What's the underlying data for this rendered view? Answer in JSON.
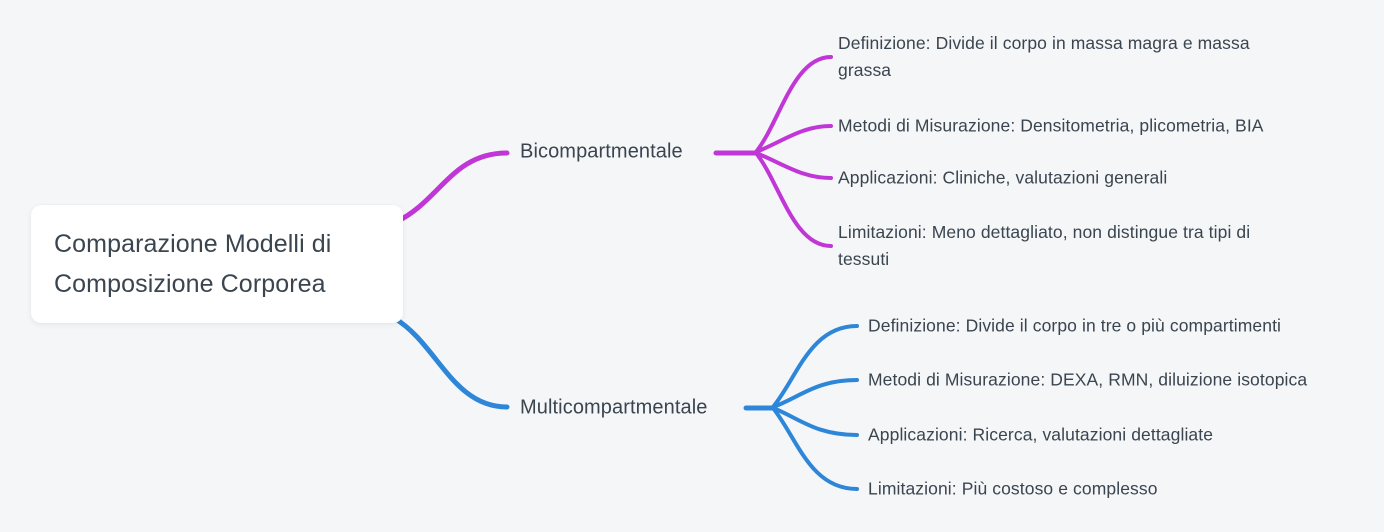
{
  "theme": {
    "background": "#f5f6f8",
    "node_background": "#ffffff",
    "text_color": "#3a4550",
    "branch1_color": "#c136d6",
    "branch2_color": "#2e86d8"
  },
  "root": {
    "title": "Comparazione Modelli di\nComposizione Corporea"
  },
  "branches": [
    {
      "label": "Bicompartmentale",
      "color": "#c136d6",
      "children": [
        {
          "text": "Definizione: Divide il corpo in massa magra e massa\ngrassa"
        },
        {
          "text": "Metodi di Misurazione: Densitometria, plicometria, BIA"
        },
        {
          "text": "Applicazioni: Cliniche, valutazioni generali"
        },
        {
          "text": "Limitazioni: Meno dettagliato, non distingue tra tipi di\ntessuti"
        }
      ]
    },
    {
      "label": "Multicompartmentale",
      "color": "#2e86d8",
      "children": [
        {
          "text": "Definizione: Divide il corpo in tre o più compartimenti"
        },
        {
          "text": "Metodi di Misurazione: DEXA, RMN, diluizione isotopica"
        },
        {
          "text": "Applicazioni: Ricerca, valutazioni dettagliate"
        },
        {
          "text": "Limitazioni: Più costoso e complesso"
        }
      ]
    }
  ]
}
